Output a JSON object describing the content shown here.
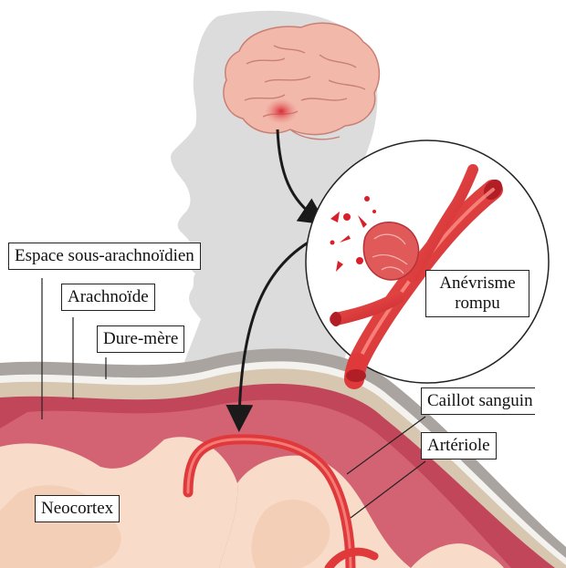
{
  "labels": {
    "espace_sous_arachnoidien": "Espace sous-arachnoïdien",
    "arachnoide": "Arachnoïde",
    "dure_mere": "Dure-mère",
    "anevrisme_line1": "Anévrisme",
    "anevrisme_line2": "rompu",
    "caillot_sanguin": "Caillot sanguin",
    "arteriole": "Artériole",
    "neocortex": "Neocortex"
  },
  "colors": {
    "silhouette": "#dcdcdc",
    "brain": "#f2b8aa",
    "vessel": "#e0393b",
    "blood": "#d9202a",
    "dura": "#a9a4a0",
    "arachnoid": "#d7c7b0",
    "subarachnoid": "#c2465a",
    "cortex": "#f8dcc9"
  }
}
